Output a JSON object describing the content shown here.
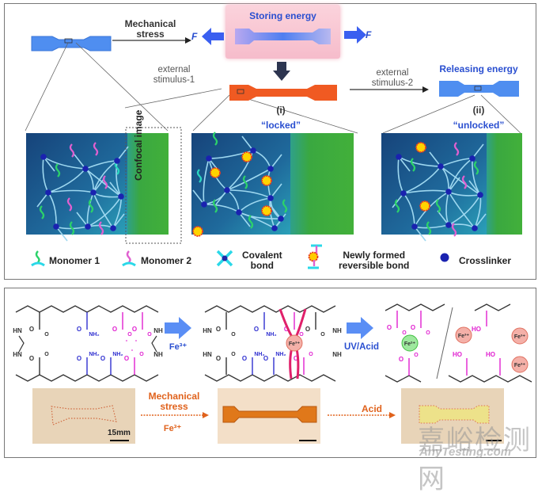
{
  "top_panel": {
    "arrow1_label": [
      "Mechanical",
      "stress"
    ],
    "force_label": "F",
    "storing_title": "Storing energy",
    "stimulus1": [
      "external",
      "stimulus-1"
    ],
    "stimulus2": [
      "external",
      "stimulus-2"
    ],
    "releasing_title": "Releasing energy",
    "state_i": "(i)",
    "state_i_label": "“locked”",
    "state_ii": "(ii)",
    "state_ii_label": "“unlocked”",
    "confocal_label": "Confocal image",
    "colors": {
      "specimen_blue": "#4f8ef0",
      "specimen_orange": "#f05a22",
      "storing_bg": "#f8c8d4",
      "network_bg": "#1d5a8a",
      "confocal_green": "#3aa43a",
      "title_blue": "#2a4fd0"
    },
    "legend": [
      {
        "icon": "monomer-1-icon",
        "label": "Monomer 1"
      },
      {
        "icon": "monomer-2-icon",
        "label": "Monomer 2"
      },
      {
        "icon": "covalent-bond-icon",
        "label": [
          "Covalent",
          "bond"
        ]
      },
      {
        "icon": "reversible-bond-icon",
        "label": [
          "Newly formed",
          "reversible bond"
        ]
      },
      {
        "icon": "crosslinker-icon",
        "label": "Crosslinker"
      }
    ]
  },
  "bottom_panel": {
    "arrow1_label": "Fe³⁺",
    "arrow2_label": "UV/Acid",
    "ion_fe3": "Fe³⁺",
    "ion_fe2": "Fe²⁺",
    "chem_labels": {
      "hn": "HN",
      "nh": "NH",
      "nh2": "NH₂",
      "o": "O",
      "ho": "HO",
      "minus": "-"
    },
    "photo_step1": [
      "Mechanical",
      "stress",
      "Fe³⁺"
    ],
    "photo_step2": "Acid",
    "scale_bar": "15mm",
    "colors": {
      "amide_blue": "#3030d0",
      "carboxyl_magenta": "#e020d0",
      "bond_red": "#e0206a",
      "orange_arrow": "#e0621c"
    }
  },
  "watermark": {
    "cn": "嘉峪检测网",
    "en": "AnyTesting.com"
  }
}
